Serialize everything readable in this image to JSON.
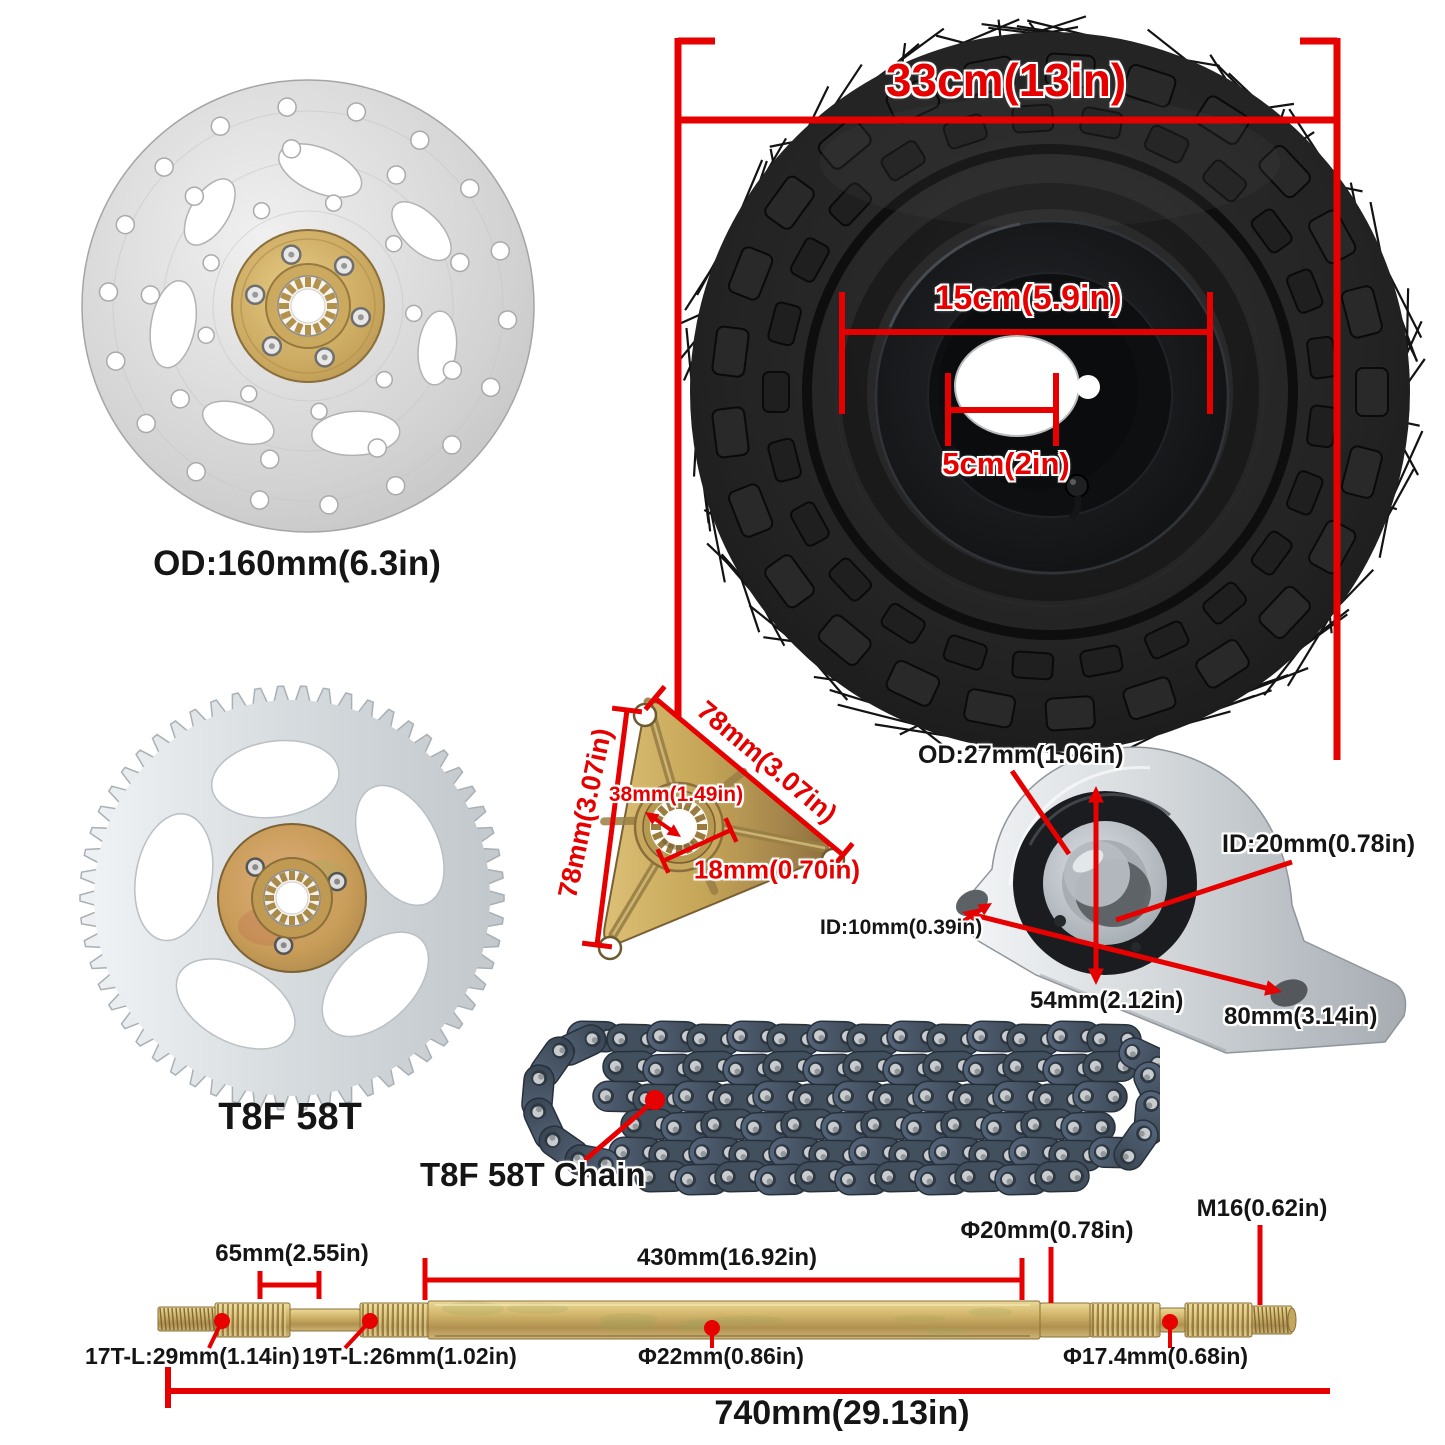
{
  "colors": {
    "dimension_red": "#e60000",
    "label_black": "#151515"
  },
  "annotations": {
    "wheel": {
      "overall_diameter": "33cm(13in)",
      "rim_diameter": "15cm(5.9in)",
      "bore_diameter": "5cm(2in)"
    },
    "brake_disc": {
      "outer_diameter": "OD:160mm(6.3in)"
    },
    "sprocket": {
      "label": "T8F 58T"
    },
    "hub_flange": {
      "side_left": "78mm(3.07in)",
      "side_right": "78mm(3.07in)",
      "bore": "38mm(1.49in)",
      "spline": "18mm(0.70in)"
    },
    "bearing": {
      "outer_diameter": "OD:27mm(1.06in)",
      "inner_diameter": "ID:20mm(0.78in)",
      "flange_hole": "ID:10mm(0.39in)",
      "height": "54mm(2.12in)",
      "bolt_span": "80mm(3.14in)"
    },
    "chain": {
      "label": "T8F 58T Chain"
    },
    "axle": {
      "spline_gap": "65mm(2.55in)",
      "middle_section": "430mm(16.92in)",
      "diameter_20": "Φ20mm(0.78in)",
      "thread": "M16(0.62in)",
      "spline_17t": "17T-L:29mm(1.14in)",
      "spline_19t": "19T-L:26mm(1.02in)",
      "diameter_22": "Φ22mm(0.86in)",
      "diameter_174": "Φ17.4mm(0.68in)",
      "total_length": "740mm(29.13in)"
    }
  }
}
